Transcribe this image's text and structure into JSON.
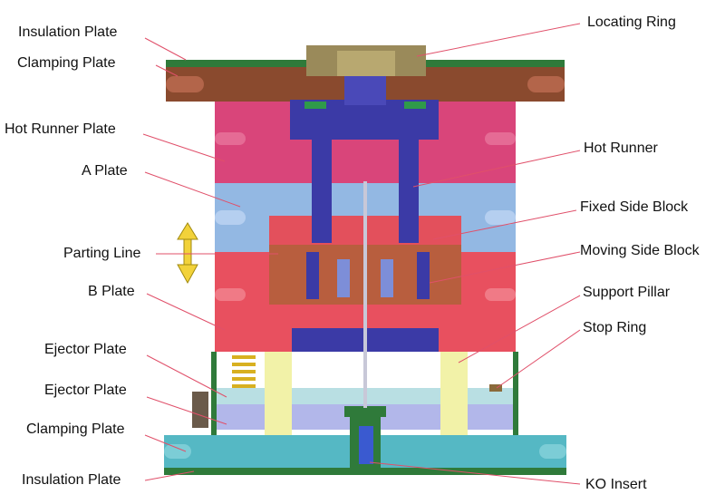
{
  "labels_left": [
    {
      "id": "insulation-plate-top",
      "text": "Insulation Plate"
    },
    {
      "id": "clamping-plate-top",
      "text": "Clamping Plate"
    },
    {
      "id": "hot-runner-plate",
      "text": "Hot Runner Plate"
    },
    {
      "id": "a-plate",
      "text": "A Plate"
    },
    {
      "id": "parting-line",
      "text": "Parting Line"
    },
    {
      "id": "b-plate",
      "text": "B Plate"
    },
    {
      "id": "ejector-plate-1",
      "text": "Ejector Plate"
    },
    {
      "id": "ejector-plate-2",
      "text": "Ejector Plate"
    },
    {
      "id": "clamping-plate-bottom",
      "text": "Clamping Plate"
    },
    {
      "id": "insulation-plate-bottom",
      "text": "Insulation Plate"
    }
  ],
  "labels_right": [
    {
      "id": "locating-ring",
      "text": "Locating Ring"
    },
    {
      "id": "hot-runner",
      "text": "Hot Runner"
    },
    {
      "id": "fixed-side-block",
      "text": "Fixed Side Block"
    },
    {
      "id": "moving-side-block",
      "text": "Moving Side Block"
    },
    {
      "id": "support-pillar",
      "text": "Support Pillar"
    },
    {
      "id": "stop-ring",
      "text": "Stop Ring"
    },
    {
      "id": "ko-insert",
      "text": "KO Insert"
    }
  ],
  "colors": {
    "insulation": "#2f7a3a",
    "clamping_top": "#8a4a2e",
    "hot_runner_plate": "#d9457a",
    "a_plate": "#93b8e3",
    "b_plate": "#e8505f",
    "fixed_block": "#e3505c",
    "moving_block": "#b85e3e",
    "hot_runner": "#3b3aa6",
    "ejector_1": "#b9dfe3",
    "ejector_2": "#b2b7ea",
    "clamping_bottom": "#55b8c4",
    "support_pillar": "#f2f2a8",
    "arrow": "#f2d23a",
    "leader": "#e0506a"
  }
}
